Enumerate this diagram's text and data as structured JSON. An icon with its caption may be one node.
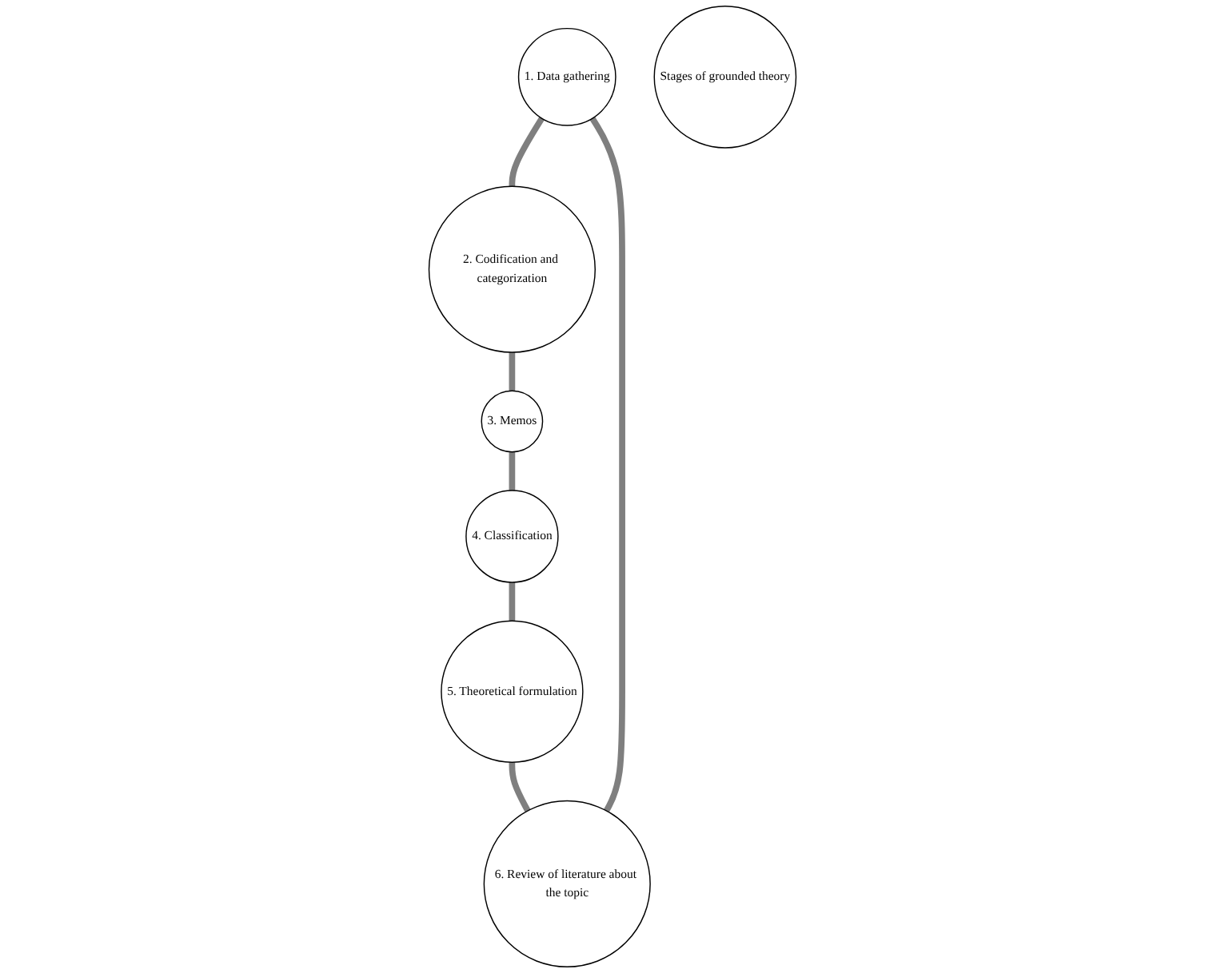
{
  "diagram": {
    "nodes": [
      {
        "text": [
          "1. Data gathering"
        ]
      },
      {
        "text": [
          "2. Codification and categorization"
        ]
      },
      {
        "text": [
          "3. Memos"
        ]
      },
      {
        "text": [
          "4. Classification"
        ]
      },
      {
        "text": [
          "5. Theoretical formulation"
        ]
      },
      {
        "text": [
          "6. Review of literature about the topic"
        ]
      },
      {
        "text": [
          "Stages of grounded theory"
        ]
      }
    ],
    "edges": [
      {
        "from": 0,
        "to": 1,
        "arrow": "none"
      },
      {
        "from": 1,
        "to": 2,
        "arrow": "none"
      },
      {
        "from": 2,
        "to": 3,
        "arrow": "none"
      },
      {
        "from": 3,
        "to": 4,
        "arrow": "none"
      },
      {
        "from": 4,
        "to": 5,
        "arrow": "none"
      },
      {
        "from": 5,
        "to": 0,
        "arrow": "none"
      }
    ]
  }
}
